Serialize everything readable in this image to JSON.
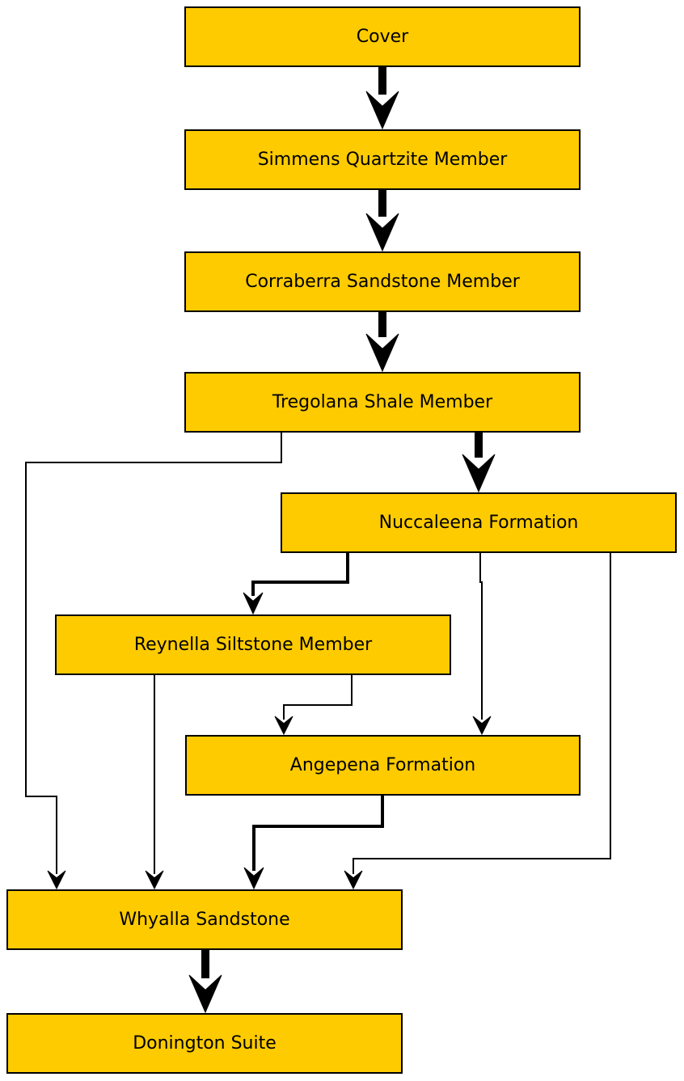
{
  "diagram": {
    "type": "flowchart",
    "colors": {
      "node_fill": "#fecb00",
      "node_border": "#000000",
      "edge": "#000000"
    },
    "nodes": [
      {
        "id": "cover",
        "label": "Cover"
      },
      {
        "id": "simmens",
        "label": "Simmens Quartzite Member"
      },
      {
        "id": "corraberra",
        "label": "Corraberra Sandstone Member"
      },
      {
        "id": "tregolana",
        "label": "Tregolana Shale Member"
      },
      {
        "id": "nuccaleena",
        "label": "Nuccaleena Formation"
      },
      {
        "id": "reynella",
        "label": "Reynella Siltstone Member"
      },
      {
        "id": "angepena",
        "label": "Angepena Formation"
      },
      {
        "id": "whyalla",
        "label": "Whyalla Sandstone"
      },
      {
        "id": "donington",
        "label": "Donington Suite"
      }
    ],
    "edges": [
      {
        "from": "cover",
        "to": "simmens"
      },
      {
        "from": "simmens",
        "to": "corraberra"
      },
      {
        "from": "corraberra",
        "to": "tregolana"
      },
      {
        "from": "tregolana",
        "to": "nuccaleena"
      },
      {
        "from": "tregolana",
        "to": "whyalla"
      },
      {
        "from": "nuccaleena",
        "to": "reynella"
      },
      {
        "from": "nuccaleena",
        "to": "angepena"
      },
      {
        "from": "nuccaleena",
        "to": "whyalla"
      },
      {
        "from": "reynella",
        "to": "angepena"
      },
      {
        "from": "reynella",
        "to": "whyalla"
      },
      {
        "from": "angepena",
        "to": "whyalla"
      },
      {
        "from": "whyalla",
        "to": "donington"
      }
    ]
  }
}
